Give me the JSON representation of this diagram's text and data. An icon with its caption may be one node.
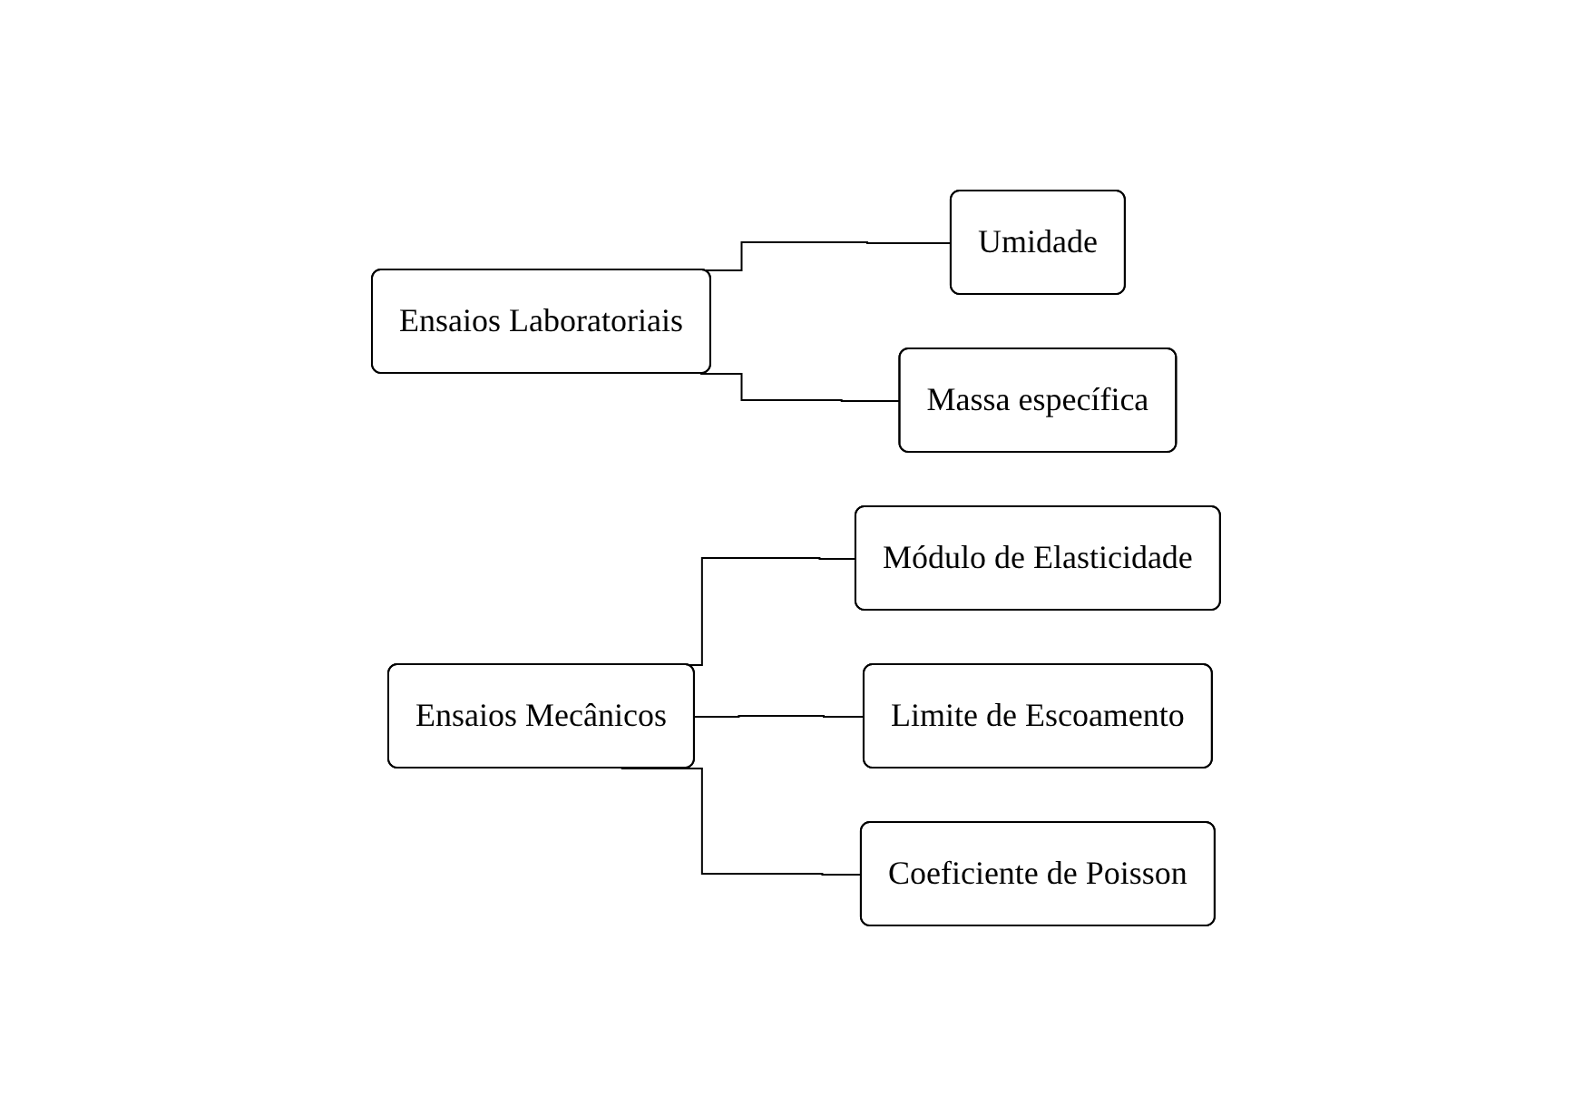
{
  "diagram": {
    "nodes": [
      {
        "text": [
          "Ensaios Laboratoriais"
        ]
      },
      {
        "text": [
          "Umidade"
        ]
      },
      {
        "text": [
          "Massa específica"
        ]
      },
      {
        "text": [
          "Ensaios Mecânicos"
        ]
      },
      {
        "text": [
          "Módulo de Elasticidade"
        ]
      },
      {
        "text": [
          "Limite de Escoamento"
        ]
      },
      {
        "text": [
          "Coeficiente de Poisson"
        ]
      }
    ],
    "edges": [
      {
        "from": 0,
        "to": 1,
        "arrow": "none"
      },
      {
        "from": 0,
        "to": 2,
        "arrow": "none"
      },
      {
        "from": 3,
        "to": 4,
        "arrow": "none"
      },
      {
        "from": 3,
        "to": 5,
        "arrow": "none"
      },
      {
        "from": 3,
        "to": 6,
        "arrow": "none"
      }
    ]
  }
}
